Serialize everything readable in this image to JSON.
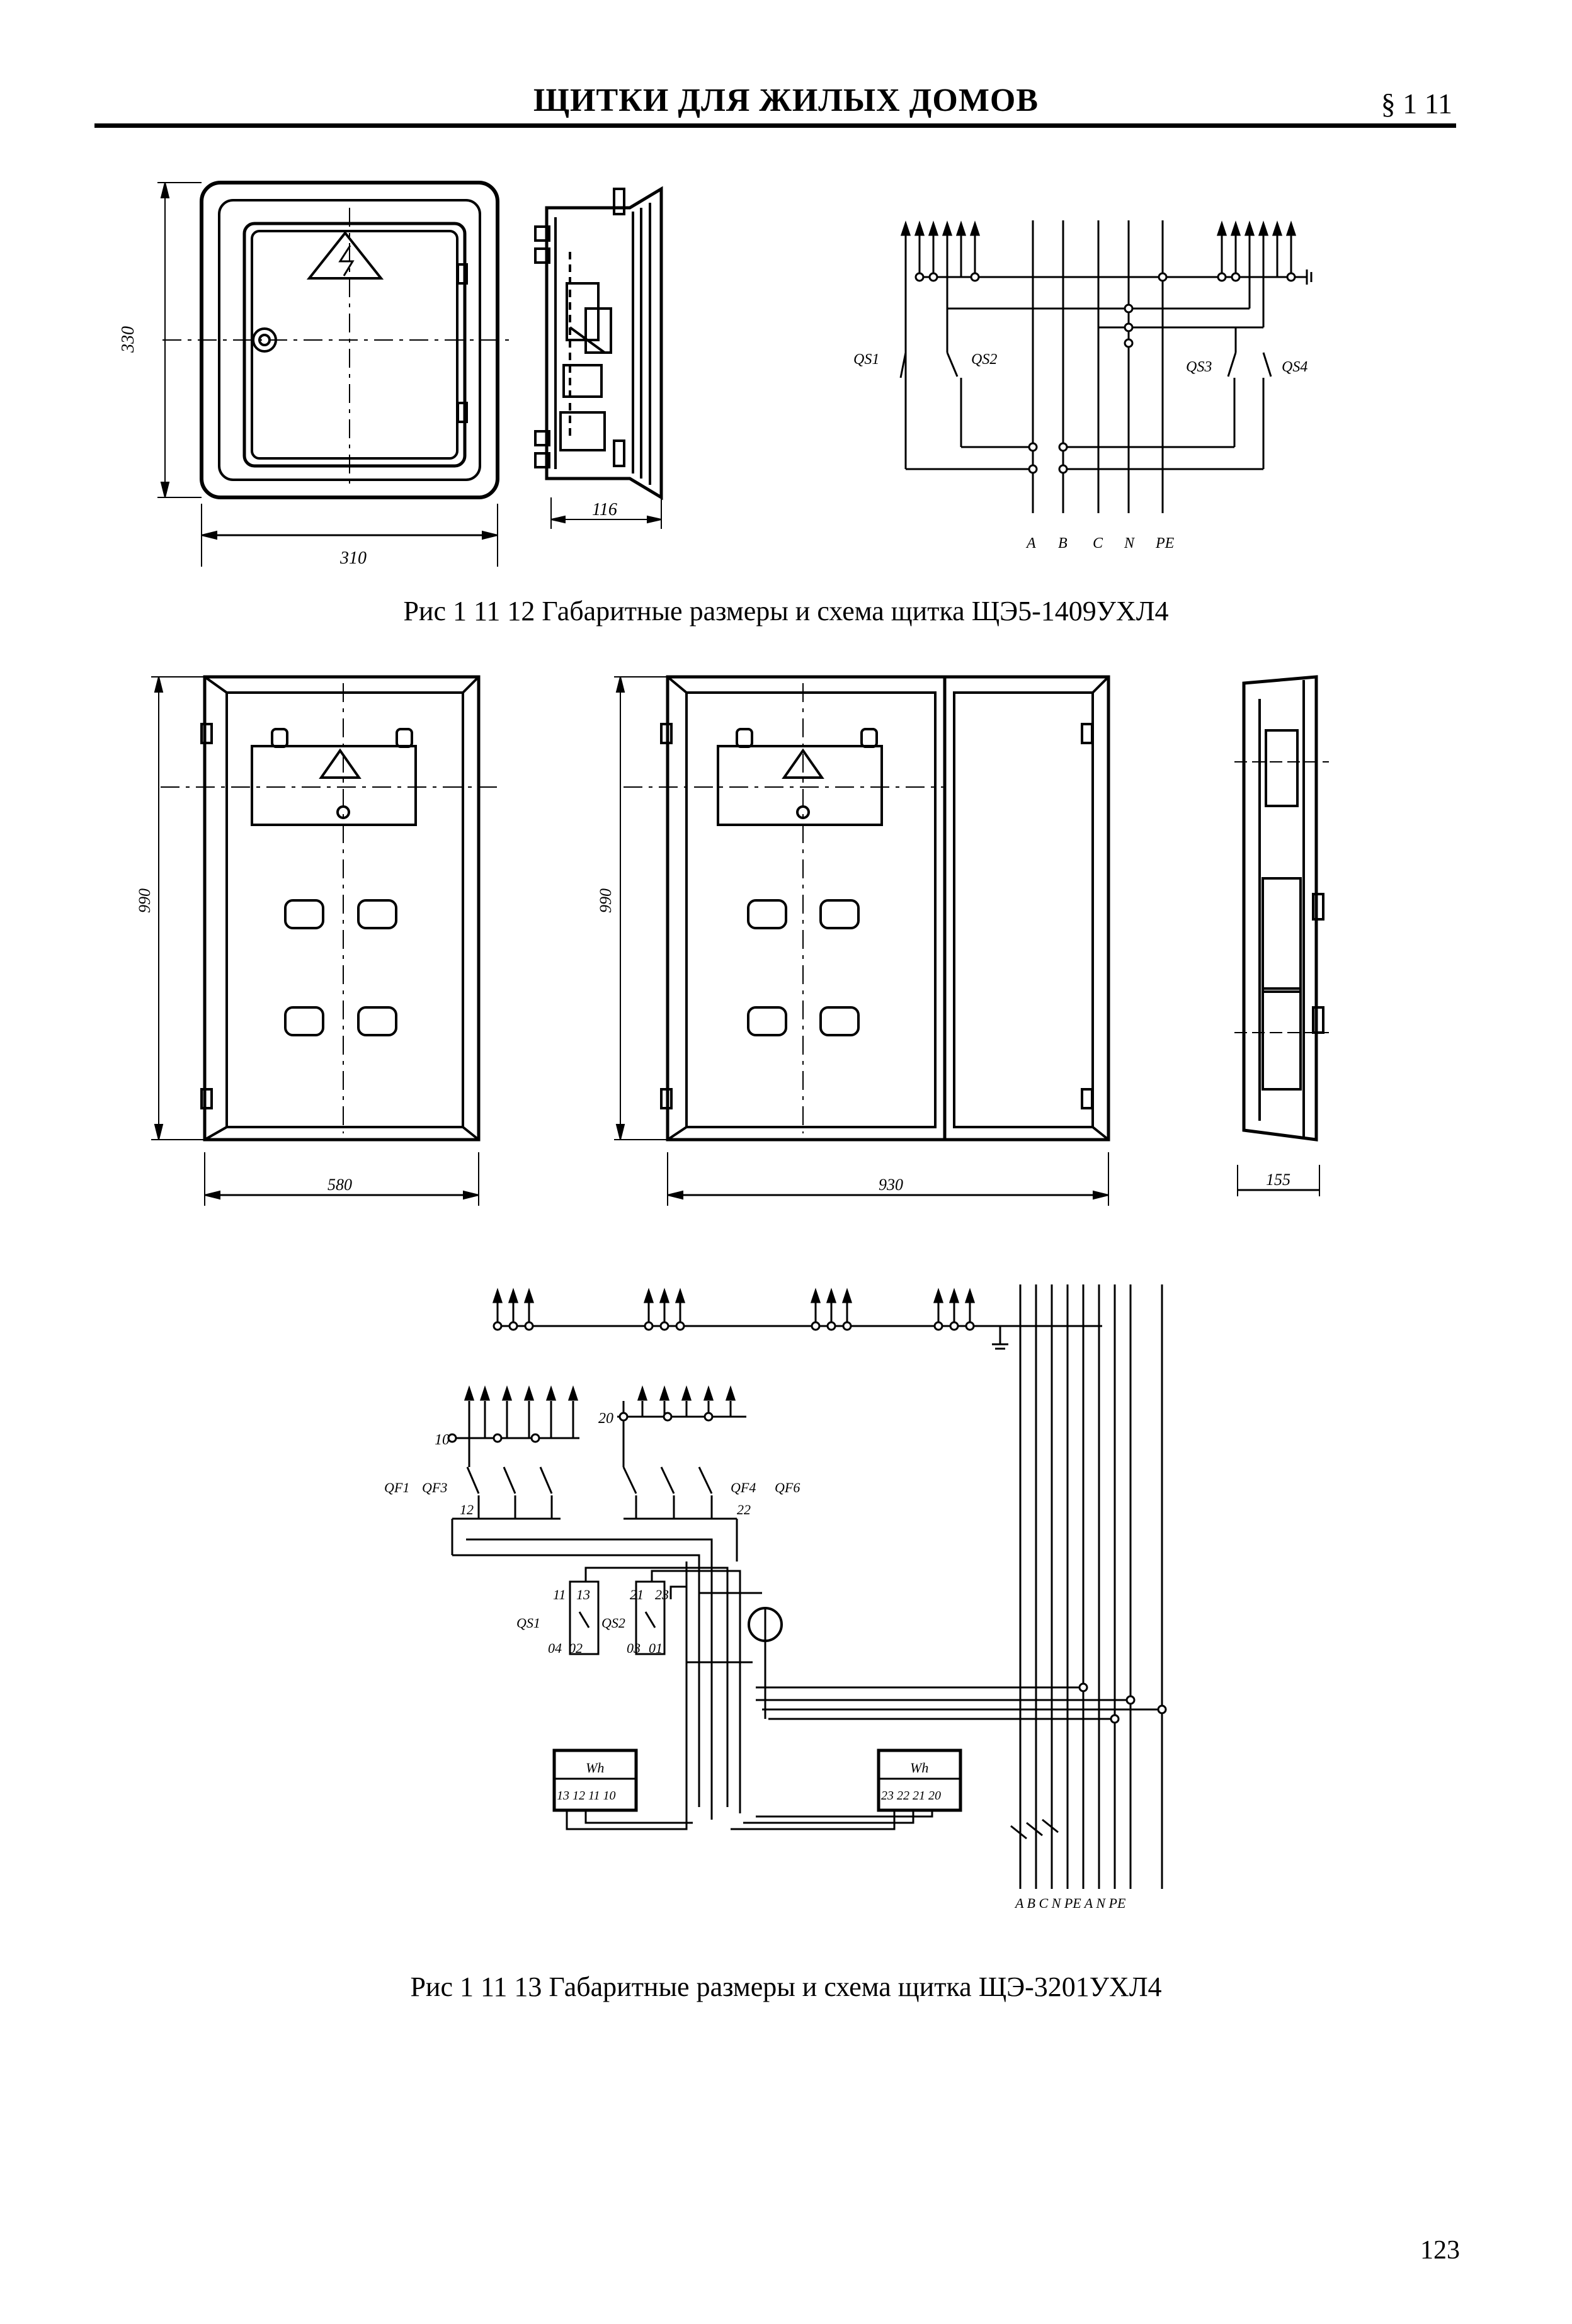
{
  "header": {
    "title": "ЩИТКИ ДЛЯ ЖИЛЫХ ДОМОВ",
    "section": "§ 1 11"
  },
  "figure_12": {
    "caption": "Рис 1 11 12 Габаритные размеры и схема щитка ЩЭ5-1409УХЛ4",
    "dim_height": "330",
    "dim_width": "310",
    "dim_depth": "116",
    "switch_labels": [
      "QS1",
      "QS2",
      "QS3",
      "QS4"
    ],
    "phase_labels": [
      "A",
      "B",
      "C",
      "N",
      "PE"
    ]
  },
  "figure_13": {
    "caption": "Рис 1 11 13 Габаритные размеры и схема щитка ЩЭ-3201УХЛ4",
    "dim_height_left": "990",
    "dim_width_left": "580",
    "dim_height_mid": "990",
    "dim_width_mid": "930",
    "dim_depth": "155",
    "terminals": {
      "t10": "10",
      "t20": "20",
      "t12": "12",
      "t22": "22",
      "t11": "11",
      "t13": "13",
      "t21": "21",
      "t23": "23",
      "t04": "04",
      "t02": "02",
      "t03": "03",
      "t01": "01"
    },
    "breakers": {
      "qf1": "QF1",
      "qf3": "QF3",
      "qf4": "QF4",
      "qf6": "QF6"
    },
    "switches": {
      "qs1": "QS1",
      "qs2": "QS2"
    },
    "meter_label": "Wh",
    "meter1_terminals": "13 12 11 10",
    "meter2_terminals": "23 22 21 20",
    "phase_labels": "A B C N PE A N PE"
  },
  "page_number": "123"
}
